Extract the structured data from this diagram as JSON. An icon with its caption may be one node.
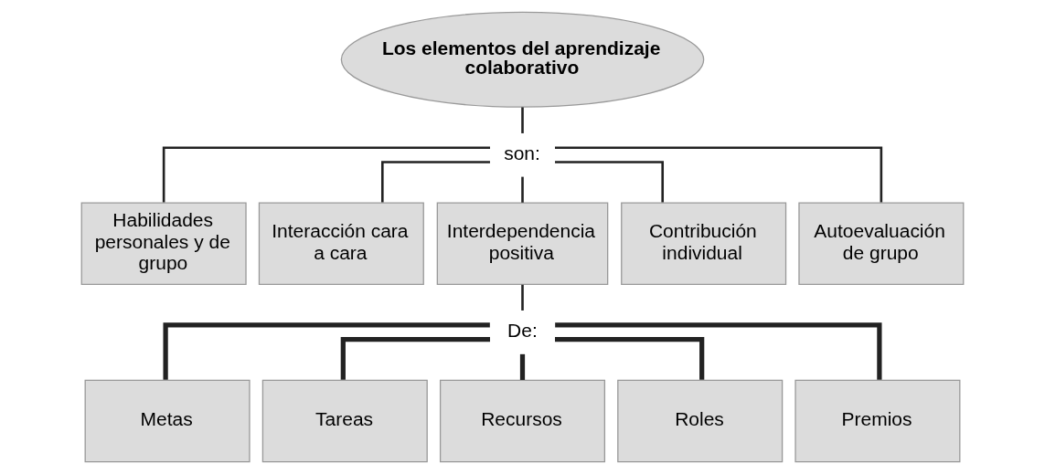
{
  "diagram": {
    "nodes": [
      {
        "text": [
          "Los elementos del aprendizaje colaborativo"
        ]
      },
      {
        "text": [
          "son:"
        ]
      },
      {
        "text": [
          "Habilidades personales y de grupo"
        ]
      },
      {
        "text": [
          "Interacción cara a cara"
        ]
      },
      {
        "text": [
          "Interdependencia positiva"
        ]
      },
      {
        "text": [
          "Contribución individual"
        ]
      },
      {
        "text": [
          "Autoevaluación de grupo"
        ]
      },
      {
        "text": [
          "De:"
        ]
      },
      {
        "text": [
          "Metas"
        ]
      },
      {
        "text": [
          "Tareas"
        ]
      },
      {
        "text": [
          "Recursos"
        ]
      },
      {
        "text": [
          "Roles"
        ]
      },
      {
        "text": [
          "Premios"
        ]
      }
    ],
    "edges": [
      {
        "from": 0,
        "to": 1,
        "arrow": "none"
      },
      {
        "from": 1,
        "to": 2,
        "arrow": "none"
      },
      {
        "from": 1,
        "to": 3,
        "arrow": "none"
      },
      {
        "from": 1,
        "to": 4,
        "arrow": "none"
      },
      {
        "from": 1,
        "to": 5,
        "arrow": "none"
      },
      {
        "from": 1,
        "to": 6,
        "arrow": "none"
      },
      {
        "from": 4,
        "to": 7,
        "arrow": "none"
      },
      {
        "from": 7,
        "to": 8,
        "arrow": "none",
        "style": "thick"
      },
      {
        "from": 7,
        "to": 9,
        "arrow": "none",
        "style": "thick"
      },
      {
        "from": 7,
        "to": 10,
        "arrow": "none",
        "style": "thick"
      },
      {
        "from": 7,
        "to": 11,
        "arrow": "none",
        "style": "thick"
      },
      {
        "from": 7,
        "to": 12,
        "arrow": "none",
        "style": "thick"
      }
    ]
  }
}
